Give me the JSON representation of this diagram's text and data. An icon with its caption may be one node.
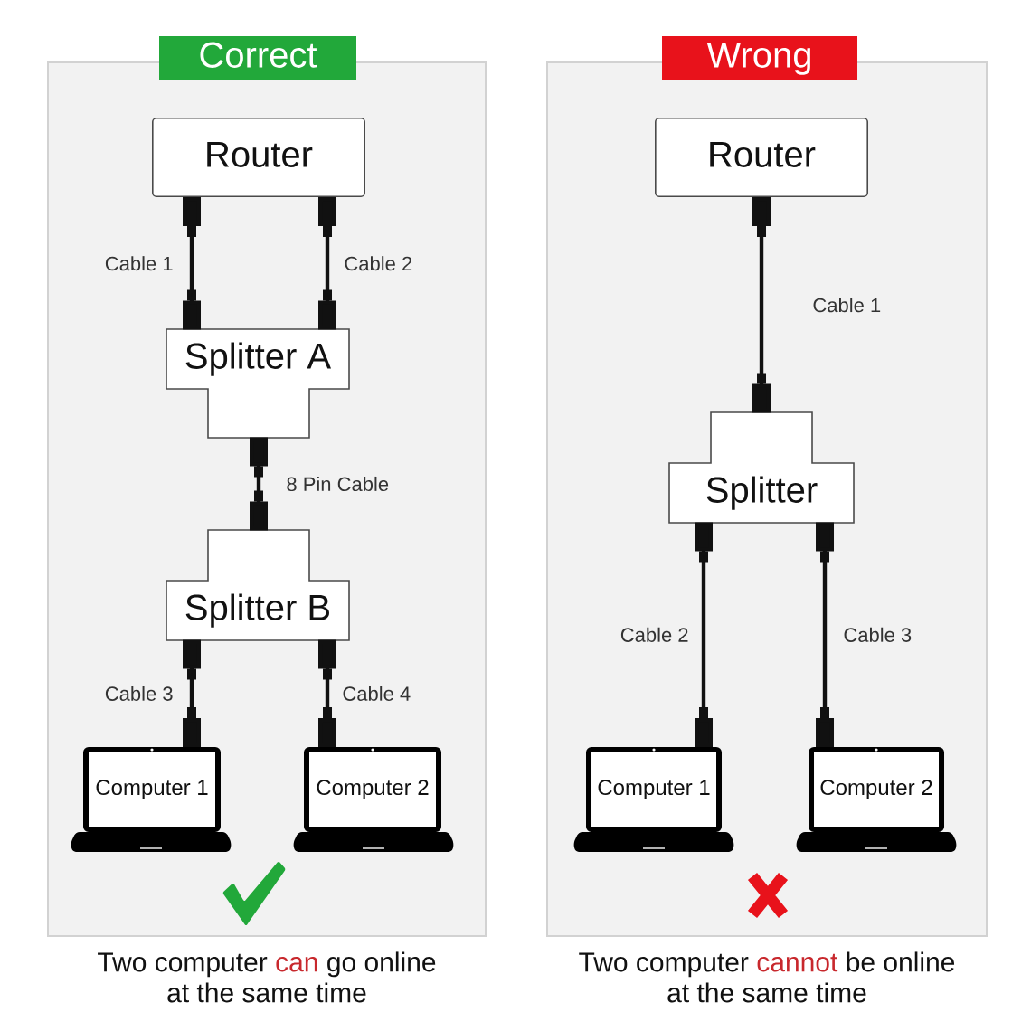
{
  "diagram": {
    "nodes": [
      {
        "text": [
          "Correct"
        ],
        "beside": [
          "Two computer **can** go online at the same time"
        ]
      },
      {
        "text": [
          "Router"
        ],
        "in": 0
      },
      {
        "text": [
          "Splitter A"
        ],
        "in": 0
      },
      {
        "text": [
          "Splitter B"
        ],
        "in": 0
      },
      {
        "text": [
          "Computer 1"
        ],
        "in": 0
      },
      {
        "text": [
          "Computer 2"
        ],
        "in": 0
      },
      {
        "text": [
          "Wrong"
        ],
        "beside": [
          "Two computer **cannot** be online at the same time"
        ]
      },
      {
        "text": [
          "Router"
        ],
        "in": 6
      },
      {
        "text": [
          "Splitter"
        ],
        "in": 6
      },
      {
        "text": [
          "Computer 1"
        ],
        "in": 6
      },
      {
        "text": [
          "Computer 2"
        ],
        "in": 6
      }
    ],
    "edges": [
      {
        "from": 1,
        "to": 2,
        "arrow": "other",
        "label": "Cable 1"
      },
      {
        "from": 1,
        "to": 2,
        "arrow": "other",
        "label": "Cable 2"
      },
      {
        "from": 2,
        "to": 3,
        "arrow": "other",
        "label": "8 Pin Cable"
      },
      {
        "from": 3,
        "to": 4,
        "arrow": "other",
        "label": "Cable 3"
      },
      {
        "from": 3,
        "to": 5,
        "arrow": "other",
        "label": "Cable 4"
      },
      {
        "from": 7,
        "to": 8,
        "arrow": "other",
        "label": "Cable 1"
      },
      {
        "from": 8,
        "to": 9,
        "arrow": "other",
        "label": "Cable 2"
      },
      {
        "from": 8,
        "to": 10,
        "arrow": "other",
        "label": "Cable 3"
      }
    ]
  }
}
